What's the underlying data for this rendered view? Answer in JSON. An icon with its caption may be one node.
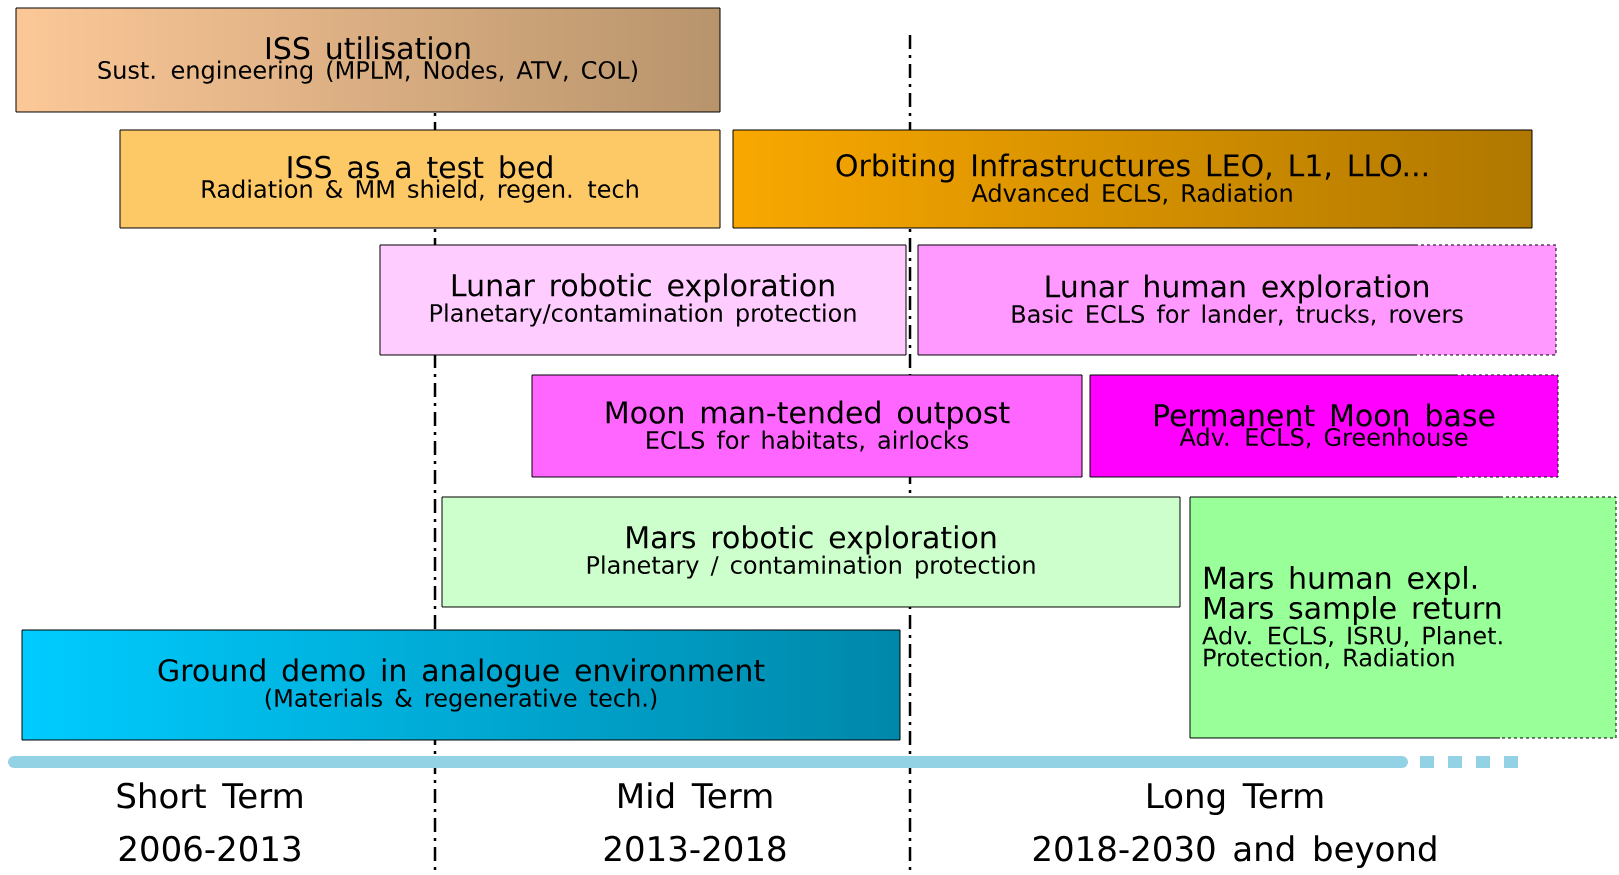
{
  "diagram": {
    "nodes": [
      {
        "text": [
          "ISS utilisation",
          "Sust. engineering (MPLM, Nodes, ATV, COL)"
        ]
      },
      {
        "text": [
          "ISS as a test bed",
          "Radiation & MM shield, regen. tech"
        ]
      },
      {
        "text": [
          "Orbiting Infrastructures LEO, L1, LLO...",
          "Advanced ECLS, Radiation"
        ]
      },
      {
        "text": [
          "Lunar robotic exploration",
          "Planetary/contamination protection"
        ]
      },
      {
        "text": [
          "Lunar human exploration",
          "Basic ECLS for lander, trucks, rovers"
        ]
      },
      {
        "text": [
          "Moon man-tended outpost",
          "ECLS for habitats, airlocks"
        ]
      },
      {
        "text": [
          "Permanent Moon base",
          "Adv. ECLS, Greenhouse"
        ]
      },
      {
        "text": [
          "Mars robotic exploration",
          "Planetary / contamination protection"
        ]
      },
      {
        "text": [
          "Mars human expl.",
          "Mars sample return",
          "Adv. ECLS, ISRU, Planet. Protection, Radiation"
        ]
      },
      {
        "text": [
          "Ground demo in analogue environment",
          "(Materials & regenerative tech.)"
        ]
      }
    ],
    "labels": [
      "Short Term",
      "2006-2013",
      "Mid Term",
      "2013-2018",
      "Long Term",
      "2018-2030 and beyond"
    ]
  }
}
